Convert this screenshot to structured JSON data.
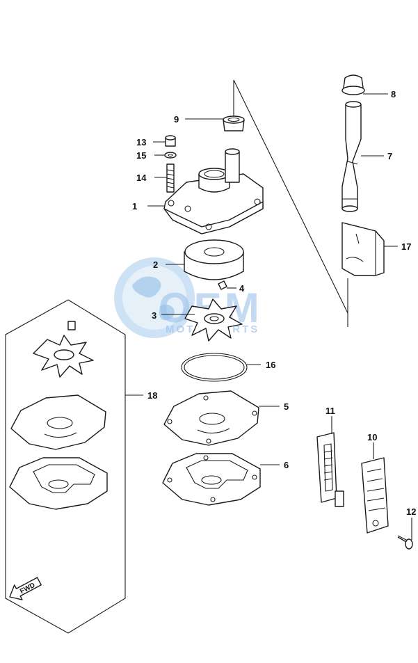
{
  "callouts": {
    "c1": "1",
    "c2": "2",
    "c3": "3",
    "c4": "4",
    "c5": "5",
    "c6": "6",
    "c7": "7",
    "c8": "8",
    "c9": "9",
    "c10": "10",
    "c11": "11",
    "c12": "12",
    "c13": "13",
    "c14": "14",
    "c15": "15",
    "c16": "16",
    "c17": "17",
    "c18": "18"
  },
  "watermark": {
    "brand": "OEM",
    "tagline": "MOTORPARTS",
    "color": "#4a90d9"
  },
  "direction_arrow": {
    "label": "FWD"
  }
}
